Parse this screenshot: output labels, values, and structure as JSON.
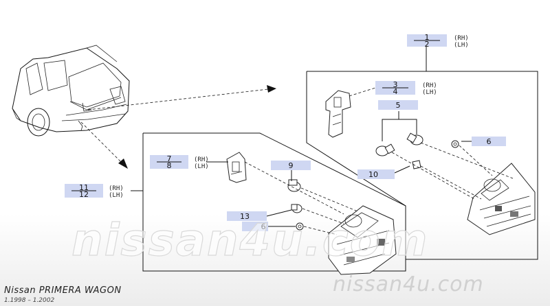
{
  "caption": {
    "model": "Nissan  PRIMERA  WAGON",
    "years": "1.1998  –  1.2002"
  },
  "watermark": {
    "big": "nissan4u.com",
    "small": "nissan4u.com"
  },
  "side": {
    "rh": "(RH)",
    "lh": "(LH)"
  },
  "callouts": [
    {
      "id": "c1",
      "upper": "1",
      "lower": "2"
    },
    {
      "id": "c3",
      "upper": "3",
      "lower": "4"
    },
    {
      "id": "c7",
      "upper": "7",
      "lower": "8"
    },
    {
      "id": "c11",
      "upper": "11",
      "lower": "12"
    }
  ],
  "single_labels": {
    "l5": "5",
    "l6a": "6",
    "l9": "9",
    "l10": "10",
    "l13": "13",
    "l6b": "6"
  },
  "colors": {
    "highlight": "#cfd7f2",
    "lines": "#111111",
    "watermark": "#d9d9d9"
  }
}
